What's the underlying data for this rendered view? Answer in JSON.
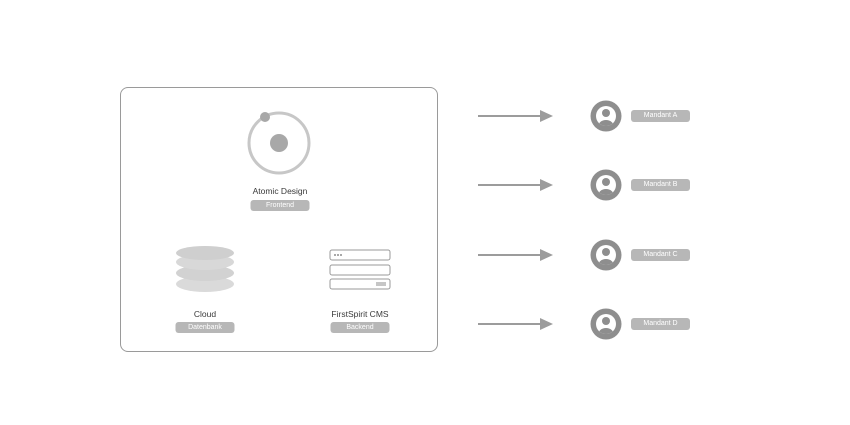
{
  "components": {
    "frontend": {
      "title": "Atomic Design",
      "tag": "Frontend"
    },
    "database": {
      "title": "Cloud",
      "tag": "Datenbank"
    },
    "backend": {
      "title": "FirstSpirit CMS",
      "tag": "Backend"
    }
  },
  "tenants": [
    {
      "label": "Mandant A"
    },
    {
      "label": "Mandant B"
    },
    {
      "label": "Mandant C"
    },
    {
      "label": "Mandant D"
    }
  ],
  "colors": {
    "icon": "#8e8e8e",
    "icon_light": "#c7c7c7",
    "pill": "#b7b7b7",
    "border": "#9a9a9a",
    "arrow": "#9c9c9c"
  },
  "icons": {
    "frontend": "atom-icon",
    "database": "database-stack-icon",
    "backend": "form-fields-icon",
    "tenant": "user-avatar-icon",
    "connector": "arrow-right-icon"
  }
}
